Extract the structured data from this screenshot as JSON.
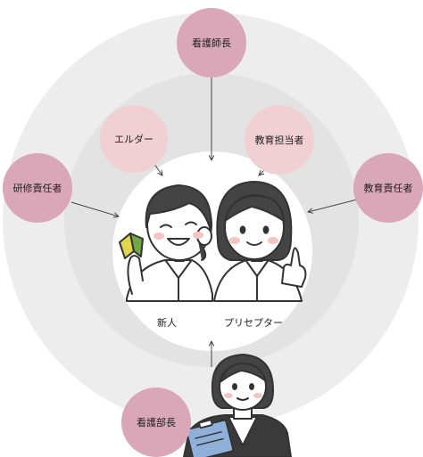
{
  "roles": {
    "head_nurse": "看護師長",
    "elder": "エルダー",
    "education_lead": "教育担当者",
    "training_manager": "研修責任者",
    "education_manager": "教育責任者",
    "nursing_director": "看護部長",
    "new_staff": "新人",
    "preceptor": "プリセプター"
  },
  "colors": {
    "outer_role": "#d9a7b8",
    "inner_role": "#f1d0d3",
    "ring_outer": "#ededed",
    "ring_middle": "#e3e3e3"
  }
}
